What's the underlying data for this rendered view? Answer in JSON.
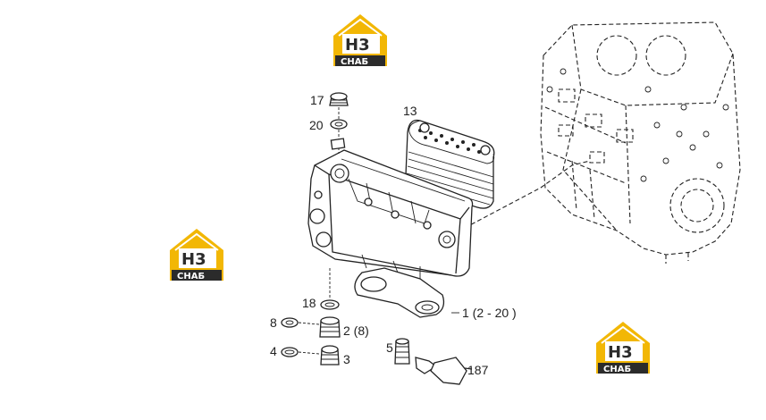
{
  "logo": {
    "mark": "H3",
    "caption": "СНАБ",
    "accent": "#f2b705",
    "dark": "#2b2b2b"
  },
  "callouts": {
    "c17": "17",
    "c20": "20",
    "c13": "13",
    "c18": "18",
    "c1": "1 (2 - 20 )",
    "c8": "8",
    "c2": "2 (8)",
    "c4": "4",
    "c3": "3",
    "c5": "5",
    "c187": "187"
  }
}
